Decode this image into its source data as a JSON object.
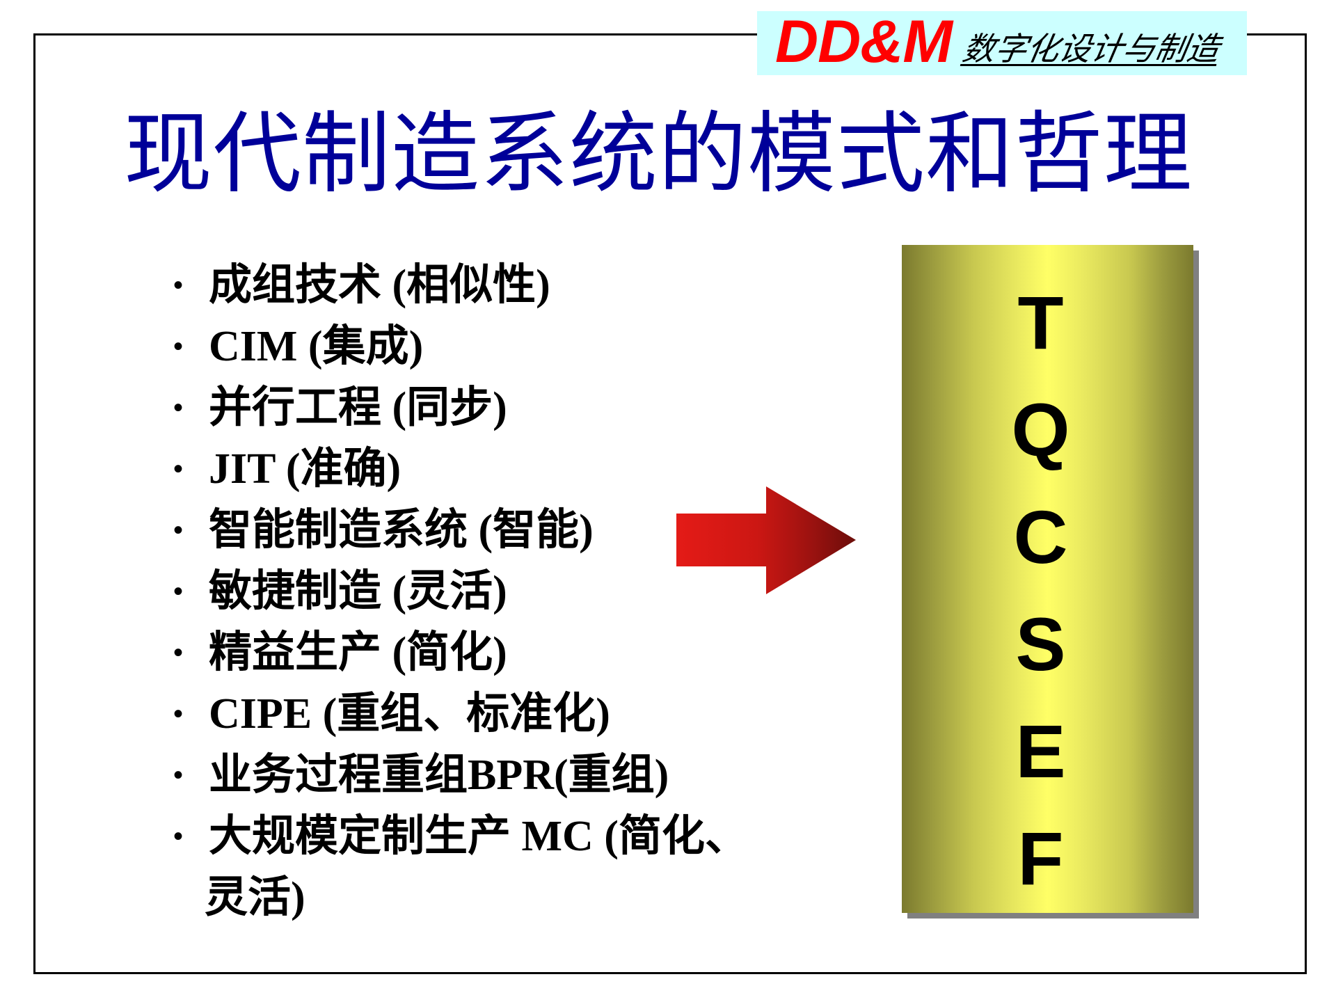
{
  "logo": {
    "brand": "DD&M",
    "subtitle": "数字化设计与制造",
    "brand_color": "#ff0000",
    "background_color": "#ccffff"
  },
  "slide": {
    "title": "现代制造系统的模式和哲理",
    "title_color": "#000099"
  },
  "list": {
    "bullet_glyph": "•",
    "items": [
      {
        "latin": "",
        "cjk": "成组技术",
        "paren": " (相似性)",
        "text": " 成组技术 (相似性)"
      },
      {
        "latin": "CIM",
        "cjk": "",
        "paren": " (集成)",
        "text": "CIM (集成)"
      },
      {
        "latin": "",
        "cjk": "并行工程",
        "paren": " (同步)",
        "text": "并行工程 (同步)"
      },
      {
        "latin": " JIT",
        "cjk": "",
        "paren": " (准确)",
        "text": " JIT (准确)"
      },
      {
        "latin": "",
        "cjk": "智能制造系统",
        "paren": " (智能)",
        "text": "智能制造系统 (智能)"
      },
      {
        "latin": "",
        "cjk": "敏捷制造",
        "paren": " (灵活)",
        "text": "敏捷制造 (灵活)"
      },
      {
        "latin": "",
        "cjk": "精益生产",
        "paren": " (简化)",
        "text": "精益生产 (简化)"
      },
      {
        "latin": "CIPE",
        "cjk": "",
        "paren": " (重组、标准化)",
        "text": "CIPE (重组、标准化)"
      },
      {
        "latin": "",
        "cjk": "业务过程重组BPR",
        "paren": "(重组)",
        "text": "业务过程重组BPR(重组)"
      },
      {
        "latin": "",
        "cjk": "大规模定制生产 MC",
        "paren": " (简化、",
        "text": "大规模定制生产 MC (简化、"
      }
    ],
    "continuation": "灵活)"
  },
  "arrow": {
    "icon": "right-arrow-icon",
    "color_start": "#e41b17",
    "color_end": "#6b0d0a"
  },
  "pillar": {
    "letters": [
      "T",
      "Q",
      "C",
      "S",
      "E",
      "F"
    ],
    "gradient_center": "#ffff66",
    "gradient_edge": "#7b7a2e",
    "shadow_color": "#808080"
  }
}
